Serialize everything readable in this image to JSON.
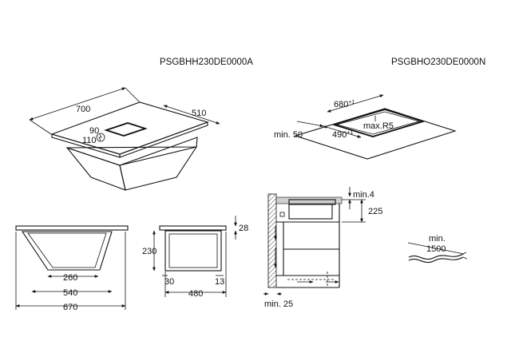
{
  "models": {
    "left": "PSGBHH230DE0000A",
    "right": "PSGBHO230DE0000N"
  },
  "iso_view": {
    "width": "700",
    "depth": "510",
    "a": "90",
    "b": "110"
  },
  "cutout": {
    "length": "680",
    "length_tol": "+1",
    "width": "490",
    "width_tol": "+1",
    "radius": "max.R5",
    "edge": "min. 50"
  },
  "front_view": {
    "inner": "260",
    "middle": "540",
    "outer": "670"
  },
  "side_view": {
    "height": "230",
    "top": "28",
    "left_offset": "30",
    "right_offset": "13",
    "depth": "480"
  },
  "install": {
    "gap": "min.4",
    "height": "225",
    "rear": "min. 25"
  },
  "cable": {
    "label_1": "min.",
    "label_2": "1500"
  },
  "colors": {
    "line": "#111111",
    "fill": "#cfcfcf",
    "background": "#ffffff"
  }
}
